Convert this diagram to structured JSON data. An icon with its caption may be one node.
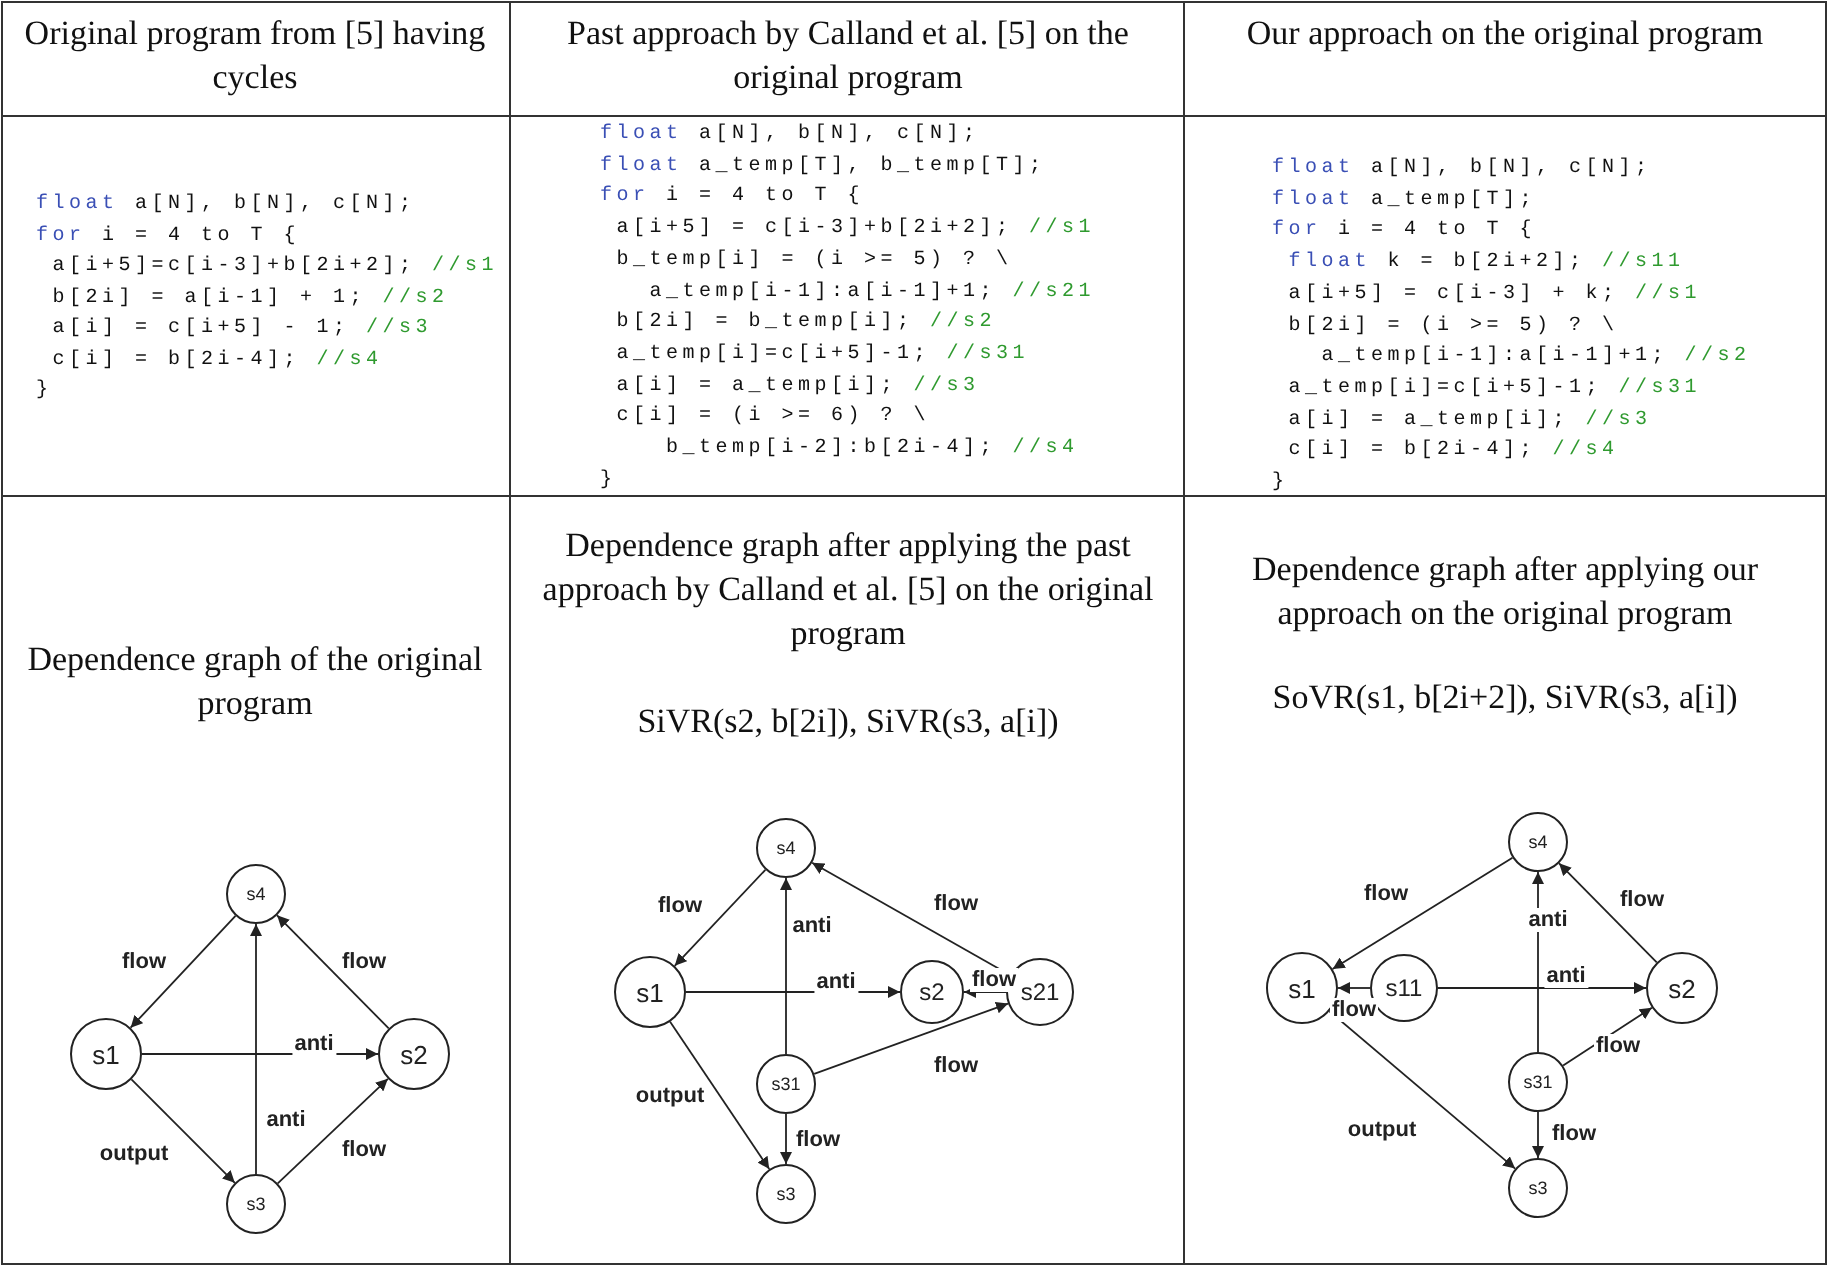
{
  "diagram": {
    "nodes": [
      {
        "text": [
          "s4"
        ]
      },
      {
        "text": [
          "s1"
        ]
      },
      {
        "text": [
          "s2"
        ]
      },
      {
        "text": [
          "s3"
        ]
      },
      {
        "text": [
          "s4"
        ]
      },
      {
        "text": [
          "s1"
        ]
      },
      {
        "text": [
          "s2"
        ]
      },
      {
        "text": [
          "s21"
        ]
      },
      {
        "text": [
          "s31"
        ]
      },
      {
        "text": [
          "s3"
        ]
      },
      {
        "text": [
          "s4"
        ]
      },
      {
        "text": [
          "s1"
        ]
      },
      {
        "text": [
          "s11"
        ]
      },
      {
        "text": [
          "s2"
        ]
      },
      {
        "text": [
          "s31"
        ]
      },
      {
        "text": [
          "s3"
        ]
      }
    ],
    "edges": [
      {
        "from": 0,
        "to": 1,
        "arrow": "to",
        "label": "flow"
      },
      {
        "from": 2,
        "to": 0,
        "arrow": "to",
        "label": "flow"
      },
      {
        "from": 1,
        "to": 2,
        "arrow": "to",
        "label": "anti"
      },
      {
        "from": 3,
        "to": 0,
        "arrow": "to",
        "label": "anti"
      },
      {
        "from": 1,
        "to": 3,
        "arrow": "to",
        "label": "output"
      },
      {
        "from": 3,
        "to": 2,
        "arrow": "to",
        "label": "flow"
      },
      {
        "from": 4,
        "to": 5,
        "arrow": "to",
        "label": "flow"
      },
      {
        "from": 7,
        "to": 4,
        "arrow": "to",
        "label": "flow"
      },
      {
        "from": 5,
        "to": 6,
        "arrow": "to",
        "label": "anti"
      },
      {
        "from": 8,
        "to": 4,
        "arrow": "to",
        "label": "anti"
      },
      {
        "from": 7,
        "to": 6,
        "arrow": "to",
        "label": "flow"
      },
      {
        "from": 8,
        "to": 7,
        "arrow": "to",
        "label": "flow"
      },
      {
        "from": 5,
        "to": 9,
        "arrow": "to",
        "label": "output"
      },
      {
        "from": 8,
        "to": 9,
        "arrow": "to",
        "label": "flow"
      },
      {
        "from": 10,
        "to": 11,
        "arrow": "to",
        "label": "flow"
      },
      {
        "from": 13,
        "to": 10,
        "arrow": "to",
        "label": "flow"
      },
      {
        "from": 12,
        "to": 11,
        "arrow": "to",
        "label": "flow"
      },
      {
        "from": 12,
        "to": 13,
        "arrow": "to",
        "label": "anti"
      },
      {
        "from": 14,
        "to": 10,
        "arrow": "to",
        "label": "anti"
      },
      {
        "from": 14,
        "to": 13,
        "arrow": "to",
        "label": "flow"
      },
      {
        "from": 11,
        "to": 15,
        "arrow": "to",
        "label": "output"
      },
      {
        "from": 14,
        "to": 15,
        "arrow": "to",
        "label": "flow"
      }
    ],
    "labels": [
      "Original program from [5] having cycles",
      "Past approach by Calland et al. [5] on the original program",
      "Our approach on the original program",
      "float",
      "a[N], b[N], c[N];",
      "for",
      "i = 4 to T {",
      "a[i+5]=c[i-3]+b[2i+2];",
      "//s1",
      "b[2i] = a[i-1] + 1;",
      "//s2",
      "a[i] = c[i+5] - 1;",
      "//s3",
      "c[i] = b[2i-4];",
      "//s4",
      "}",
      "float",
      "a[N], b[N], c[N];",
      "float",
      "a_temp[T], b_temp[T];",
      "for",
      "i = 4 to T {",
      "a[i+5] = c[i-3]+b[2i+2];",
      "//s1",
      "b_temp[i] = (i >= 5) ? \\",
      "a_temp[i-1]:a[i-1]+1;",
      "//s21",
      "b[2i] = b_temp[i];",
      "//s2",
      "a_temp[i]=c[i+5]-1;",
      "//s31",
      "a[i] = a_temp[i];",
      "//s3",
      "c[i] = (i >= 6) ? \\",
      "b_temp[i-2]:b[2i-4];",
      "//s4",
      "}",
      "float",
      "a[N], b[N], c[N];",
      "float",
      "a_temp[T];",
      "for",
      "i = 4 to T {",
      "float",
      "k = b[2i+2];",
      "//s11",
      "a[i+5] = c[i-3] + k;",
      "//s1",
      "b[2i] = (i >= 5) ? \\",
      "a_temp[i-1]:a[i-1]+1;",
      "//s2",
      "a_temp[i]=c[i+5]-1;",
      "//s31",
      "a[i] = a_temp[i];",
      "//s3",
      "c[i] = b[2i-4];",
      "//s4",
      "}",
      "Dependence graph of the original program",
      "Dependence graph after applying the past approach by Calland et al. [5] on the original program",
      "SiVR(s2, b[2i]), SiVR(s3, a[i])",
      "Dependence graph after applying our approach on the original program",
      "SoVR(s1, b[2i+2]), SiVR(s3, a[i])"
    ]
  }
}
